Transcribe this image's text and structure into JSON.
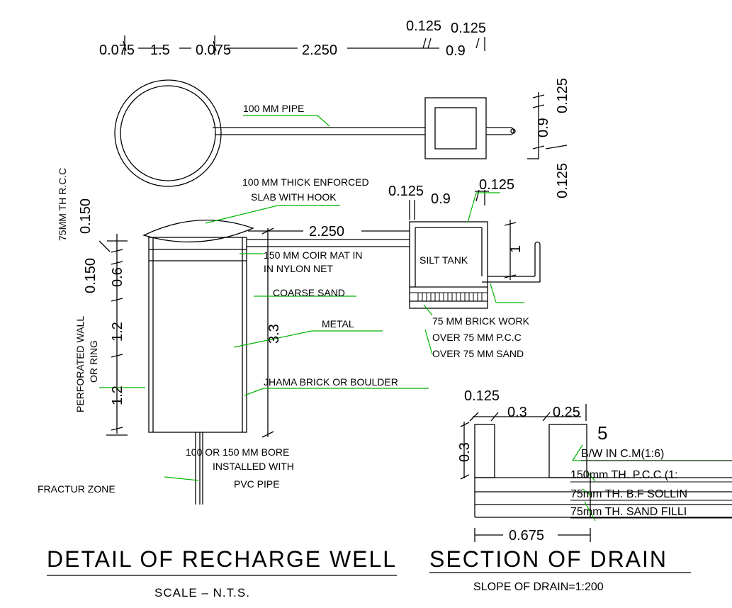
{
  "top_plan": {
    "dim_a": "0.075",
    "dim_b": "1.5",
    "dim_c": "0.075",
    "dim_d": "2.250",
    "dim_e": "0.125",
    "dim_f": "0.125",
    "dim_g": "0.9",
    "pipe_label": "100 MM PIPE",
    "right_dim_1": "0.125",
    "right_dim_2": "0.9",
    "right_dim_3": "0.125"
  },
  "section": {
    "slab_label_1": "100 MM THICK ENFORCED",
    "slab_label_2": "SLAB WITH HOOK",
    "dim_t1": "0.125",
    "dim_t2": "0.9",
    "dim_t3": "0.125",
    "pipe_len": "2.250",
    "coir_1": "150 MM COIR MAT IN",
    "coir_2": "IN  NYLON  NET",
    "silt_tank": "SILT TANK",
    "coarse_sand": "COARSE SAND",
    "metal": "METAL",
    "depth": "3.3",
    "jhama": "JHAMA BRICK OR BOULDER",
    "brick_1": "75 MM BRICK WORK",
    "brick_2": "OVER 75 MM P.C.C",
    "brick_3": "OVER 75 MM SAND",
    "tank_dim": "1",
    "bore_1": "100 OR 150  MM BORE",
    "bore_2": "INSTALLED WITH",
    "bore_3": "PVC  PIPE",
    "fracture": "FRACTUR ZONE",
    "left_rcc": "75MM TH R.C.C",
    "left_0150a": "0.150",
    "left_0150b": "0.150",
    "left_06": "0.6",
    "left_12a": "1.2",
    "left_12b": "1.2",
    "perf_1": "PERFORATED WALL",
    "perf_2": "OR   RING"
  },
  "drain": {
    "dim_0125": "0.125",
    "dim_03": "0.3",
    "dim_025": "0.25",
    "dim_03v": "0.3",
    "five": "5",
    "bw": "B/W  IN  C.M(1:6)",
    "pcc": "150mm  TH.  P.C.C  (1:",
    "bf": "75mm  TH.  B.F  SOLLIN",
    "sand": "75mm  TH.  SAND  FILLI",
    "width": "0.675"
  },
  "titles": {
    "well_title": "DETAIL  OF  RECHARGE  WELL",
    "well_scale": "SCALE  –  N.T.S.",
    "drain_title": "SECTION  OF  DRAIN",
    "drain_slope": "SLOPE  OF  DRAIN=1:200"
  },
  "colors": {
    "ink": "#000000",
    "leader": "#00b400"
  }
}
